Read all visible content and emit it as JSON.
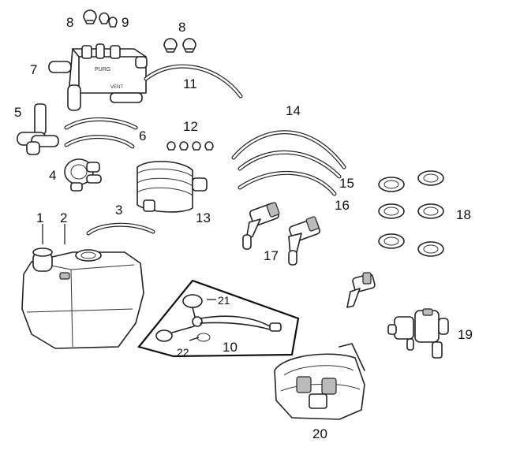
{
  "labels": {
    "p1": "1",
    "p2": "2",
    "p3": "3",
    "p4": "4",
    "p5": "5",
    "p6": "6",
    "p7": "7",
    "p8a": "8",
    "p8b": "8",
    "p9": "9",
    "p10": "10",
    "p11": "11",
    "p12": "12",
    "p13": "13",
    "p14": "14",
    "p15": "15",
    "p16": "16",
    "p17": "17",
    "p18": "18",
    "p19": "19",
    "p20": "20",
    "p21": "21",
    "p22": "22"
  },
  "canister_text": {
    "top": "PURG",
    "side": "VENT"
  }
}
